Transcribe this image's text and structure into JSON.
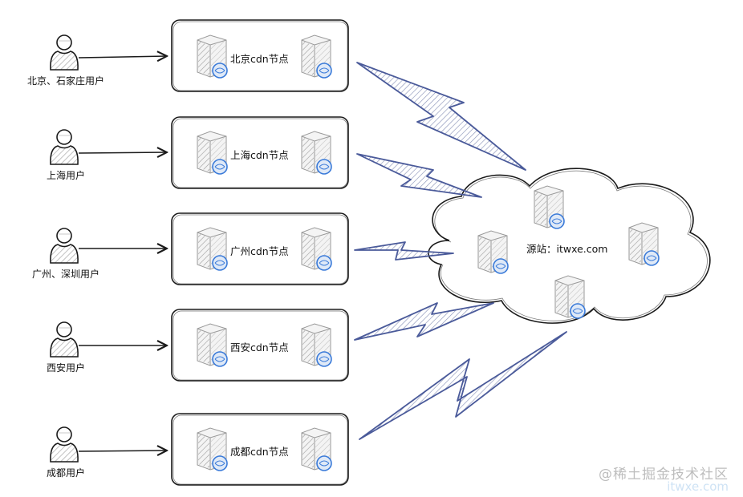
{
  "users": [
    {
      "label": "北京、石家庄用户"
    },
    {
      "label": "上海用户"
    },
    {
      "label": "广州、深圳用户"
    },
    {
      "label": "西安用户"
    },
    {
      "label": "成都用户"
    }
  ],
  "nodes": [
    {
      "label": "北京cdn节点"
    },
    {
      "label": "上海cdn节点"
    },
    {
      "label": "广州cdn节点"
    },
    {
      "label": "西安cdn节点"
    },
    {
      "label": "成都cdn节点"
    }
  ],
  "origin": {
    "label": "源站：itwxe.com"
  },
  "watermark": {
    "line1": "@稀土掘金技术社区",
    "line2": "itwxe.com"
  },
  "colors": {
    "stroke": "#1a1a1a",
    "bolt": "#4a5a9a",
    "accent": "#3b7bd9"
  }
}
